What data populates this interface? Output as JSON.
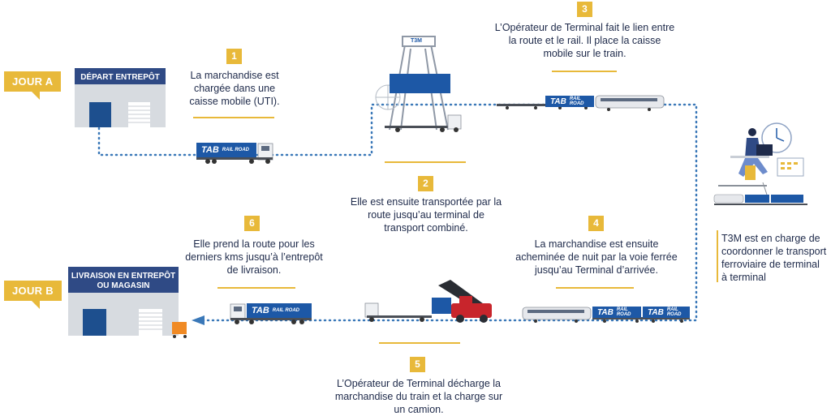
{
  "days": {
    "a": "JOUR A",
    "b": "JOUR B"
  },
  "warehouses": {
    "depart": "DÉPART ENTREPÔT",
    "livraison": "LIVRAISON EN ENTREPÔT OU MAGASIN"
  },
  "brand": {
    "logo": "TAB",
    "sub": "RAIL ROAD",
    "crane": "T3M"
  },
  "steps": [
    {
      "num": "1",
      "text": "La marchandise est chargée dans une caisse mobile (UTI)."
    },
    {
      "num": "2",
      "text": "Elle est ensuite transportée par la route jusqu’au terminal de transport combiné."
    },
    {
      "num": "3",
      "text": "L’Opérateur de Terminal fait le lien entre la route et le rail. Il place la caisse mobile sur le train."
    },
    {
      "num": "4",
      "text": "La marchandise est ensuite acheminée de nuit par la voie ferrée jusqu’au Terminal d’arrivée."
    },
    {
      "num": "5",
      "text": "L’Opérateur de Terminal décharge la marchandise du train et la charge sur un camion."
    },
    {
      "num": "6",
      "text": "Elle prend la route pour les derniers kms jusqu’à l’entrepôt de livraison."
    }
  ],
  "side_note": "T3M est en charge de coordonner le transport ferroviaire de terminal à terminal",
  "colors": {
    "navy": "#2f4a85",
    "blue": "#1d58a6",
    "gold": "#e8b93a",
    "route": "#3a78b8",
    "red": "#c8252c"
  }
}
